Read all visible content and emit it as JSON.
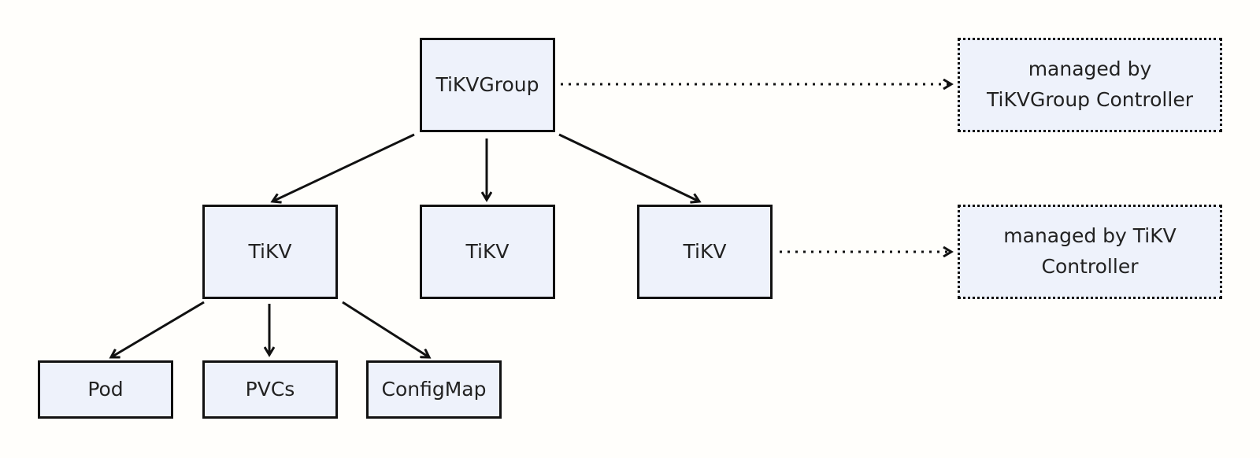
{
  "nodes": {
    "group": "TiKVGroup",
    "tikv_left": "TiKV",
    "tikv_middle": "TiKV",
    "tikv_right": "TiKV",
    "pod": "Pod",
    "pvcs": "PVCs",
    "configmap": "ConfigMap"
  },
  "notes": {
    "group_controller_line1": "managed by",
    "group_controller_line2": "TiKVGroup Controller",
    "tikv_controller_line1": "managed by TiKV",
    "tikv_controller_line2": "Controller"
  }
}
